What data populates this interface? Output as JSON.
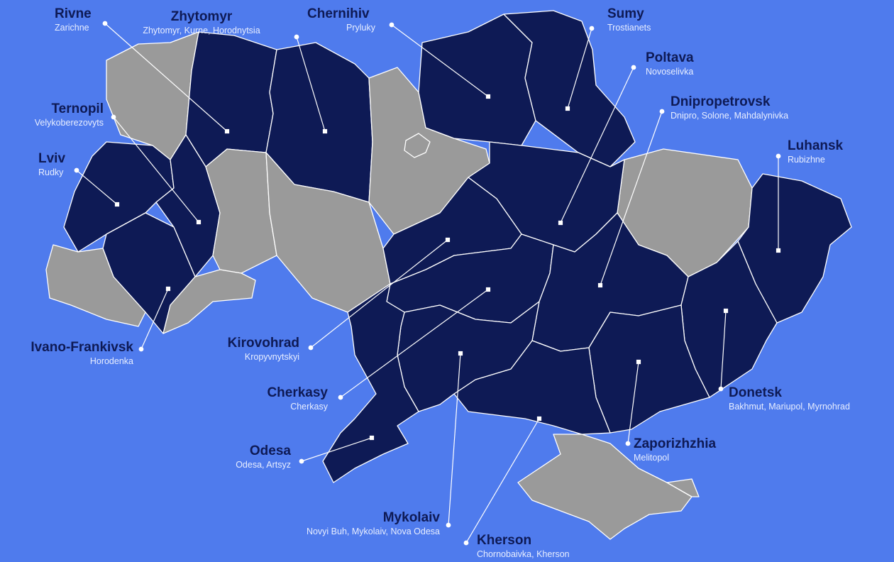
{
  "colors": {
    "background": "#4f7bed",
    "highlighted_region": "#0e1a55",
    "other_region": "#9a9a9a",
    "border": "#ffffff",
    "label_name": "#0e1a55",
    "label_towns": "#e8eeff",
    "leader_line": "#ffffff"
  },
  "regions": [
    {
      "id": "rivne",
      "name": "Rivne",
      "towns": "Zarichne",
      "highlighted": false
    },
    {
      "id": "zhytomyr",
      "name": "Zhytomyr",
      "towns": "Zhytomyr, Kurne, Horodnytsia",
      "highlighted": true
    },
    {
      "id": "chernihiv",
      "name": "Chernihiv",
      "towns": "Pryluky",
      "highlighted": true
    },
    {
      "id": "sumy",
      "name": "Sumy",
      "towns": "Trostianets",
      "highlighted": true
    },
    {
      "id": "poltava",
      "name": "Poltava",
      "towns": "Novoselivka",
      "highlighted": true
    },
    {
      "id": "dnipropetrovsk",
      "name": "Dnipropetrovsk",
      "towns": "Dnipro, Solone, Mahdalynivka",
      "highlighted": true
    },
    {
      "id": "ternopil",
      "name": "Ternopil",
      "towns": "Velykoberezovyts",
      "highlighted": true
    },
    {
      "id": "lviv",
      "name": "Lviv",
      "towns": "Rudky",
      "highlighted": true
    },
    {
      "id": "luhansk",
      "name": "Luhansk",
      "towns": "Rubizhne",
      "highlighted": true
    },
    {
      "id": "ivano-frankivsk",
      "name": "Ivano-Frankivsk",
      "towns": "Horodenka",
      "highlighted": true
    },
    {
      "id": "kirovohrad",
      "name": "Kirovohrad",
      "towns": "Kropyvnytskyi",
      "highlighted": true
    },
    {
      "id": "cherkasy",
      "name": "Cherkasy",
      "towns": "Cherkasy",
      "highlighted": true
    },
    {
      "id": "donetsk",
      "name": "Donetsk",
      "towns": "Bakhmut, Mariupol, Myrnohrad",
      "highlighted": true
    },
    {
      "id": "zaporizhzhia",
      "name": "Zaporizhzhia",
      "towns": "Melitopol",
      "highlighted": true
    },
    {
      "id": "odesa",
      "name": "Odesa",
      "towns": "Odesa, Artsyz",
      "highlighted": true
    },
    {
      "id": "mykolaiv",
      "name": "Mykolaiv",
      "towns": "Novyi Buh, Mykolaiv, Nova Odesa",
      "highlighted": true
    },
    {
      "id": "kherson",
      "name": "Kherson",
      "towns": "Chornobaivka, Kherson",
      "highlighted": true
    }
  ]
}
